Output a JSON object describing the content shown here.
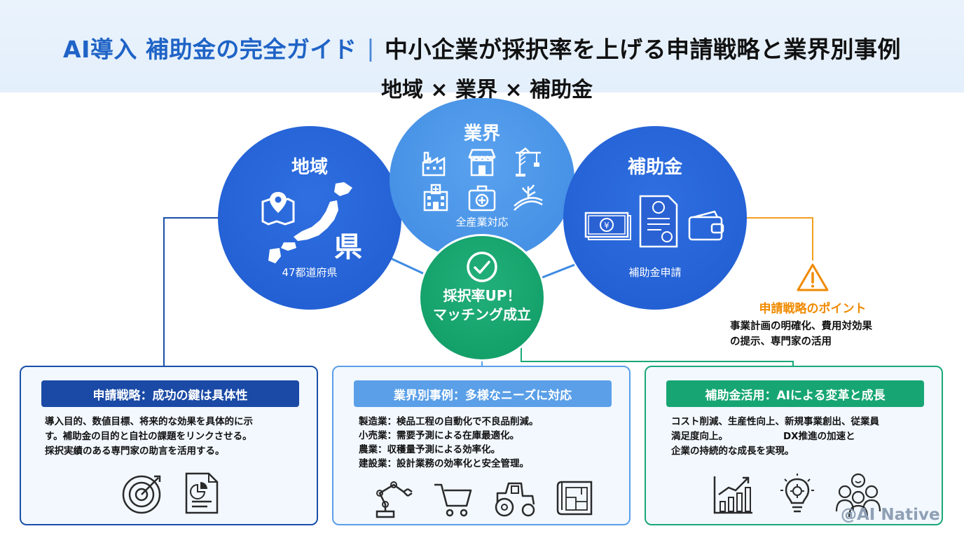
{
  "header": {
    "title_main": "AI導入 補助金の完全ガイド",
    "title_sep": "|",
    "title_sub": "中小企業が採択率を上げる申請戦略と業界別事例",
    "subtitle": "地域 × 業界 × 補助金"
  },
  "circles": {
    "region": {
      "title": "地域",
      "caption": "47都道府県",
      "kanji": "県"
    },
    "industry": {
      "title": "業界",
      "caption": "全産業対応"
    },
    "subsidy": {
      "title": "補助金",
      "caption": "補助金申請"
    },
    "match": {
      "line1": "採択率UP！",
      "line2": "マッチング成立"
    }
  },
  "strategy_point": {
    "title": "申請戦略のポイント",
    "lines": [
      "事業計画の明確化、費用対効果",
      "の提示、専門家の活用"
    ]
  },
  "panels": [
    {
      "title": "申請戦略：成功の鍵は具体性",
      "lines": [
        "導入目的、数値目標、将来的な効果を具体的に示",
        "す。補助金の目的と自社の課題をリンクさせる。",
        "採択実績のある専門家の助言を活用する。"
      ]
    },
    {
      "title": "業界別事例：多様なニーズに対応",
      "lines": [
        "製造業：検品工程の自動化で不良品削減。",
        "小売業：需要予測による在庫最適化。",
        "農業：収穫量予測による効率化。",
        "建設業：設計業務の効率化と安全管理。"
      ]
    },
    {
      "title": "補助金活用：AIによる変革と成長",
      "lines": [
        "コスト削減、生産性向上、新規事業創出、従業員",
        "満足度向上。　　　　　　 DX推進の加速と",
        "企業の持続的な成長を実現。"
      ]
    }
  ],
  "watermark": "@AI Native",
  "colors": {
    "title_blue": "#1f63c6",
    "region_blue": "#1f5bd0",
    "industry_blue": "#3f8be2",
    "match_green": "#0f9a63",
    "warning_orange": "#f08a00"
  },
  "icons": {
    "region": [
      "map-pin-icon",
      "japan-map-icon"
    ],
    "industry": [
      "factory-icon",
      "shop-icon",
      "crane-icon",
      "hospital-icon",
      "medical-kit-icon",
      "agriculture-icon"
    ],
    "subsidy": [
      "banknote-icon",
      "certificate-icon",
      "wallet-icon"
    ],
    "match": [
      "check-circle-icon"
    ],
    "warning": [
      "warning-triangle-icon"
    ],
    "panel1": [
      "target-icon",
      "report-icon"
    ],
    "panel2": [
      "robot-arm-icon",
      "shopping-cart-icon",
      "tractor-icon",
      "blueprint-icon"
    ],
    "panel3": [
      "growth-chart-icon",
      "idea-bulb-icon",
      "team-icon"
    ]
  }
}
